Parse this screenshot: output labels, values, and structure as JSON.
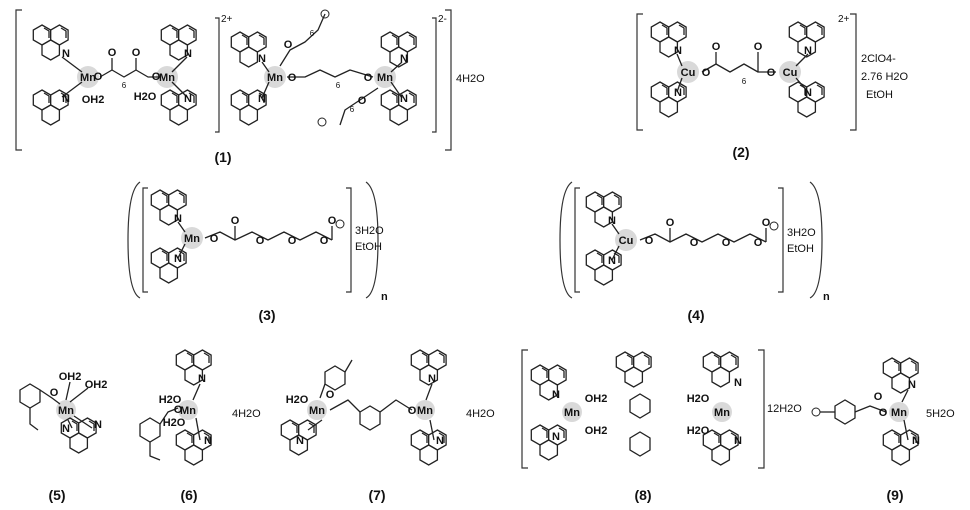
{
  "atoms": {
    "manganese": "Mn",
    "copper": "Cu",
    "nitrogen": "N",
    "oxygen": "O",
    "water_ligand": "OH2",
    "water_ligand_left": "H2O"
  },
  "compounds": [
    {
      "label": "(1)",
      "charge_cation": "2+",
      "charge_anion": "2-",
      "solvent": "4H2O",
      "chain_index": "6"
    },
    {
      "label": "(2)",
      "charge": "2+",
      "counter_ion": "2ClO4-",
      "solvent": "2.76 H2O",
      "solvent2": "EtOH",
      "chain_index": "6"
    },
    {
      "label": "(3)",
      "solvent": "3H2O",
      "solvent2": "EtOH",
      "polymer_index": "n"
    },
    {
      "label": "(4)",
      "solvent": "3H2O",
      "solvent2": "EtOH",
      "polymer_index": "n"
    },
    {
      "label": "(5)"
    },
    {
      "label": "(6)",
      "solvent": "4H2O"
    },
    {
      "label": "(7)",
      "solvent": "4H2O"
    },
    {
      "label": "(8)",
      "solvent": "12H2O"
    },
    {
      "label": "(9)",
      "solvent": "5H2O"
    }
  ]
}
